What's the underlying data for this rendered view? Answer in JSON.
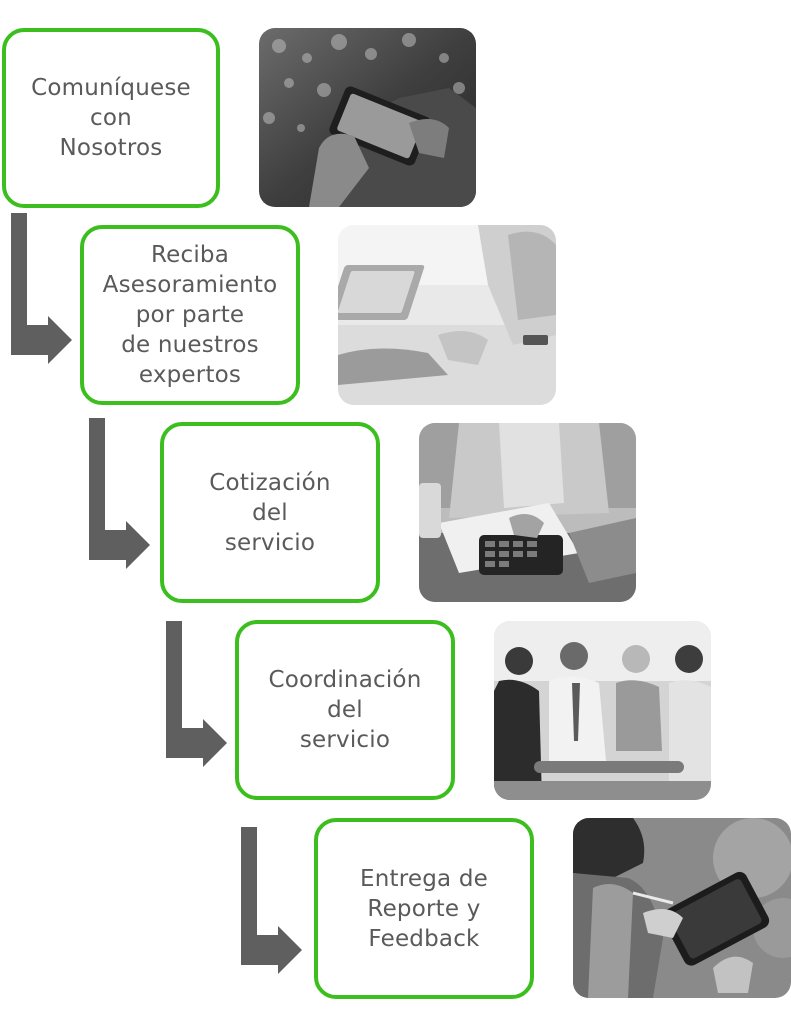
{
  "colors": {
    "box_border": "#3cbf1e",
    "box_text": "#5a5a5a",
    "arrow": "#5f5f5f",
    "photo_tone": "grayscale"
  },
  "steps": [
    {
      "label": "Comuníquese\ncon\nNosotros",
      "photo": "person-using-smartphone"
    },
    {
      "label": "Reciba\nAsesoramiento\npor parte\nde nuestros\nexpertos",
      "photo": "advisors-at-laptop-meeting"
    },
    {
      "label": "Cotización\ndel\nservicio",
      "photo": "calculator-and-paperwork"
    },
    {
      "label": "Coordinación\ndel\nservicio",
      "photo": "team-meeting"
    },
    {
      "label": "Entrega de\nReporte y\nFeedback",
      "photo": "woman-writing-on-tablet"
    }
  ]
}
